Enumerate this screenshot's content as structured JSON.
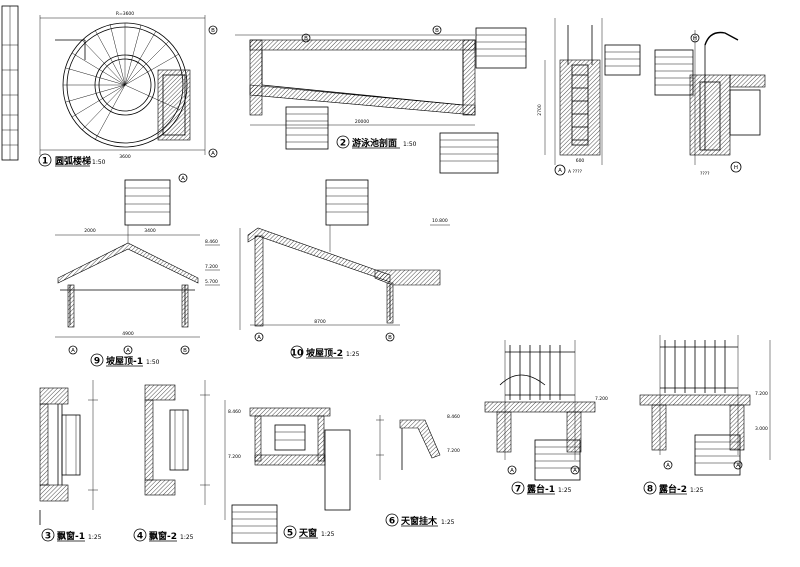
{
  "sheet": {
    "details": [
      {
        "id": "d1",
        "num": "1",
        "title": "圆弧楼梯",
        "scale": "1:50"
      },
      {
        "id": "d2",
        "num": "2",
        "title": "游泳池剖面",
        "scale": "1:50"
      },
      {
        "id": "d9",
        "num": "9",
        "title": "坡屋顶-1",
        "scale": "1:50"
      },
      {
        "id": "d10",
        "num": "10",
        "title": "坡屋顶-2",
        "scale": "1:25"
      },
      {
        "id": "d3",
        "num": "3",
        "title": "飘窗-1",
        "scale": "1:25"
      },
      {
        "id": "d4",
        "num": "4",
        "title": "飘窗-2",
        "scale": "1:25"
      },
      {
        "id": "d5",
        "num": "5",
        "title": "天窗",
        "scale": "1:25"
      },
      {
        "id": "d6",
        "num": "6",
        "title": "天窗挂木",
        "scale": "1:25"
      },
      {
        "id": "d7",
        "num": "7",
        "title": "露台-1",
        "scale": "1:25"
      },
      {
        "id": "d8",
        "num": "8",
        "title": "露台-2",
        "scale": "1:25"
      }
    ],
    "axes": {
      "stair": [
        "A",
        "B"
      ],
      "pool": [
        "B",
        "B"
      ],
      "ladder": [
        "A",
        "H"
      ],
      "roof1": [
        "A",
        "A",
        "B"
      ],
      "roof2": [
        "A",
        "B"
      ],
      "terrace1": [
        "A",
        "A"
      ],
      "terrace2": [
        "A",
        "A"
      ]
    },
    "dims": {
      "stair_top": "R=3600",
      "stair_bottom": "3600",
      "pool_bottom": "20000",
      "roof1_bottom": "4900",
      "roof1_top_a": "2000",
      "roof1_top_b": "3400",
      "roof2_bottom": "8700",
      "ladder_bottom": "600",
      "ladder_height": "2700",
      "elev_a": "8.460",
      "elev_b": "7.200",
      "elev_c": "5.700",
      "elev_d": "3.000",
      "elev_e": "10.800"
    },
    "ladder_captions": [
      "A ????",
      "????"
    ]
  }
}
